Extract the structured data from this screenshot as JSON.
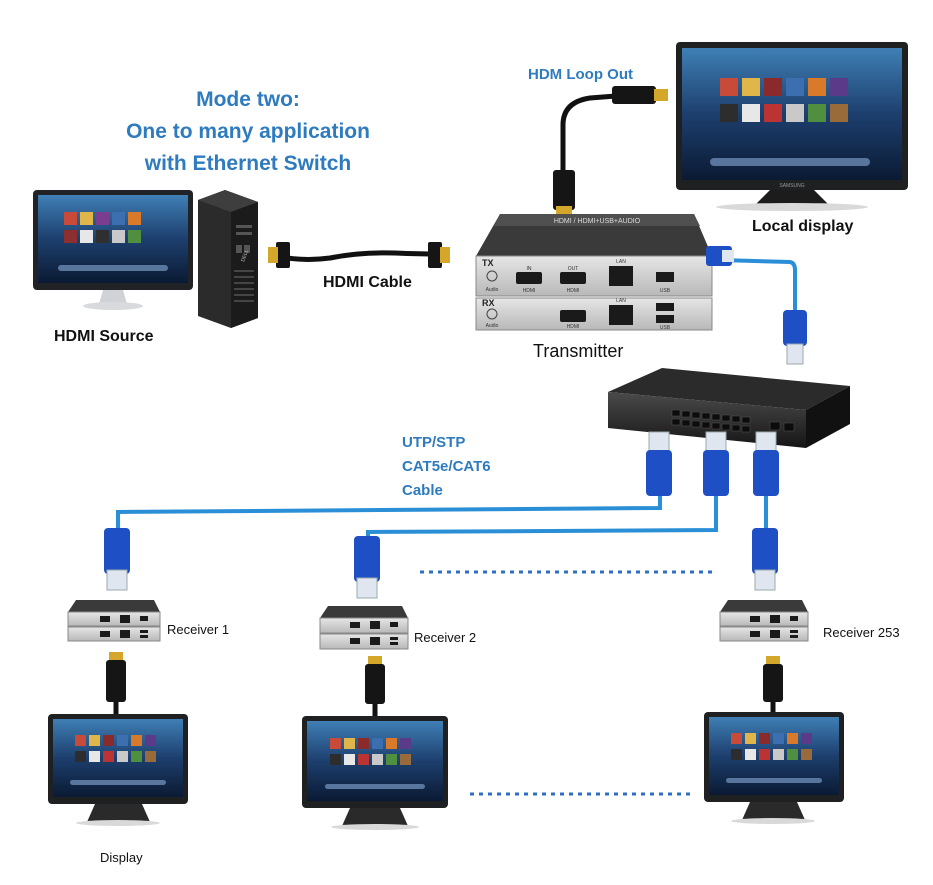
{
  "title": {
    "line1": "Mode two:",
    "line2": "One to many application",
    "line3": "with Ethernet Switch"
  },
  "labels": {
    "hdmi_source": "HDMI Source",
    "hdmi_cable": "HDMI Cable",
    "hdmi_loop_out": "HDM Loop Out",
    "local_display": "Local display",
    "transmitter": "Transmitter",
    "utp_line1": "UTP/STP",
    "utp_line2": "CAT5e/CAT6",
    "utp_line3": "Cable",
    "receiver_1": "Receiver 1",
    "receiver_2": "Receiver 2",
    "receiver_253": "Receiver 253",
    "display": "Display"
  },
  "device_text": {
    "top_band": "HDMI / HDMI+USB+AUDIO",
    "tx": "TX",
    "rx": "RX",
    "audio": "Audio",
    "in": "IN",
    "out": "OUT",
    "hdmi": "HDMI",
    "lan": "LAN",
    "usb": "USB",
    "monitor_brand": "SAMSUNG",
    "pc_brand": "DELL"
  },
  "colors": {
    "accent_blue": "#2e7bbf",
    "cable_blue": "#2a8fd6",
    "connector_blue": "#1f4fc4"
  }
}
